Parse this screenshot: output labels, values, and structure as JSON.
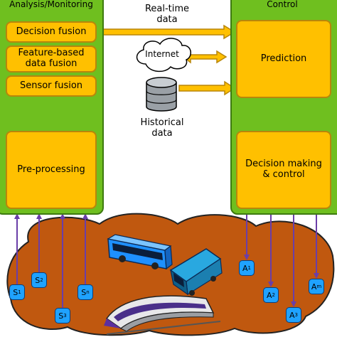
{
  "left_panel": {
    "title": "Analysis/Monitoring",
    "decision_fusion": "Decision fusion",
    "feature_fusion_line1": "Feature-based",
    "feature_fusion_line2": "data fusion",
    "sensor_fusion": "Sensor fusion",
    "preprocessing": "Pre-processing"
  },
  "right_panel": {
    "title": "Control",
    "prediction": "Prediction",
    "decision_making_line1": "Decision making",
    "decision_making_line2": "& control"
  },
  "middle": {
    "realtime_line1": "Real-time",
    "realtime_line2": "data",
    "internet": "Internet",
    "historical_line1": "Historical",
    "historical_line2": "data"
  },
  "sensors": [
    {
      "base": "S",
      "sub": "1"
    },
    {
      "base": "S",
      "sub": "2"
    },
    {
      "base": "S",
      "sub": "3"
    },
    {
      "base": "S",
      "sub": "n"
    }
  ],
  "actuators": [
    {
      "base": "A",
      "sub": "1"
    },
    {
      "base": "A",
      "sub": "2"
    },
    {
      "base": "A",
      "sub": "3"
    },
    {
      "base": "A",
      "sub": "m"
    }
  ],
  "colors": {
    "panel_green": "#6fbf1f",
    "box_orange": "#ffc000",
    "ground_brown": "#c0580f",
    "node_blue": "#1fa2ff",
    "arrow_purple": "#6a3ea8",
    "bus_blue": "#1e90ff"
  }
}
